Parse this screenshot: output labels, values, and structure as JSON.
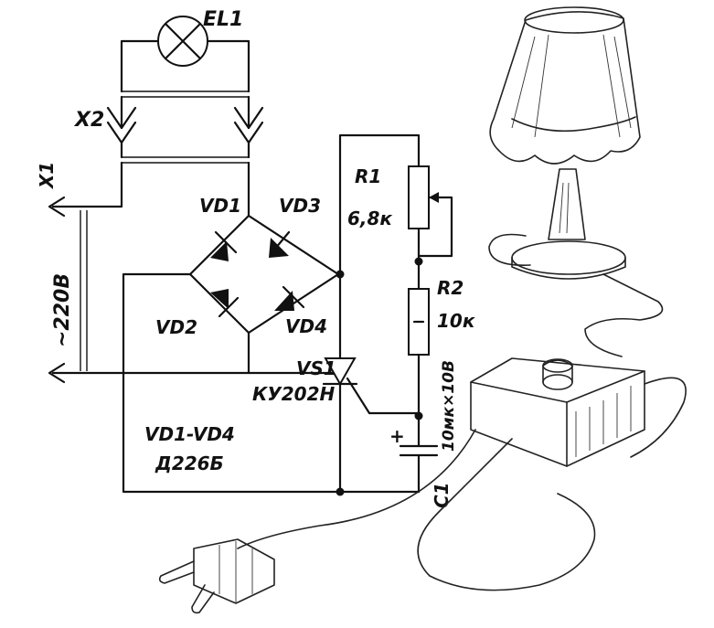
{
  "labels": {
    "lamp": "EL1",
    "connector_lamp": "X2",
    "connector_mains": "X1",
    "voltage": "~220В",
    "vd1": "VD1",
    "vd2": "VD2",
    "vd3": "VD3",
    "vd4": "VD4",
    "r1": "R1",
    "r1_value": "6,8к",
    "r2": "R2",
    "r2_value": "10к",
    "vs1": "VS1",
    "vs1_part": "КУ202Н",
    "c1": "C1",
    "c1_value": "10мк×10В",
    "diodes_range": "VD1-VD4",
    "diodes_part": "Д226Б",
    "cap_plus": "+"
  },
  "colors": {
    "ink": "#111111",
    "paper": "#ffffff"
  }
}
